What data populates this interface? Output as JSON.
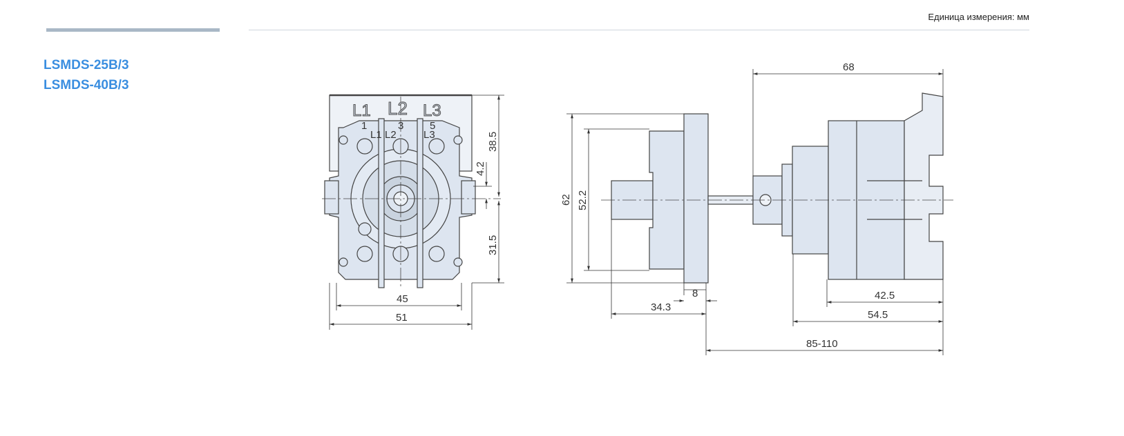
{
  "header": {
    "units_label": "Единица измерения: мм"
  },
  "models": [
    "LSMDS-25B/3",
    "LSMDS-40B/3"
  ],
  "front_view": {
    "phase_labels": [
      "L1",
      "L2",
      "L3"
    ],
    "terminal_numbers": [
      "1",
      "3",
      "5"
    ],
    "terminal_labels": [
      "L1",
      "L2",
      "L3"
    ],
    "dimensions": {
      "top_height": "38.5",
      "offset": "4.2",
      "bottom_height": "31.5",
      "inner_width": "45",
      "outer_width": "51"
    }
  },
  "side_view": {
    "dimensions": {
      "plate_height": "62",
      "ring_height": "52.2",
      "body_length": "68",
      "plate_thickness": "8",
      "knob_depth": "34.3",
      "base_length": "42.5",
      "housing_length": "54.5",
      "shaft_range": "85-110"
    }
  },
  "colors": {
    "accent": "#3a8ee0",
    "part_fill": "#dde5f0",
    "line": "#444444"
  }
}
